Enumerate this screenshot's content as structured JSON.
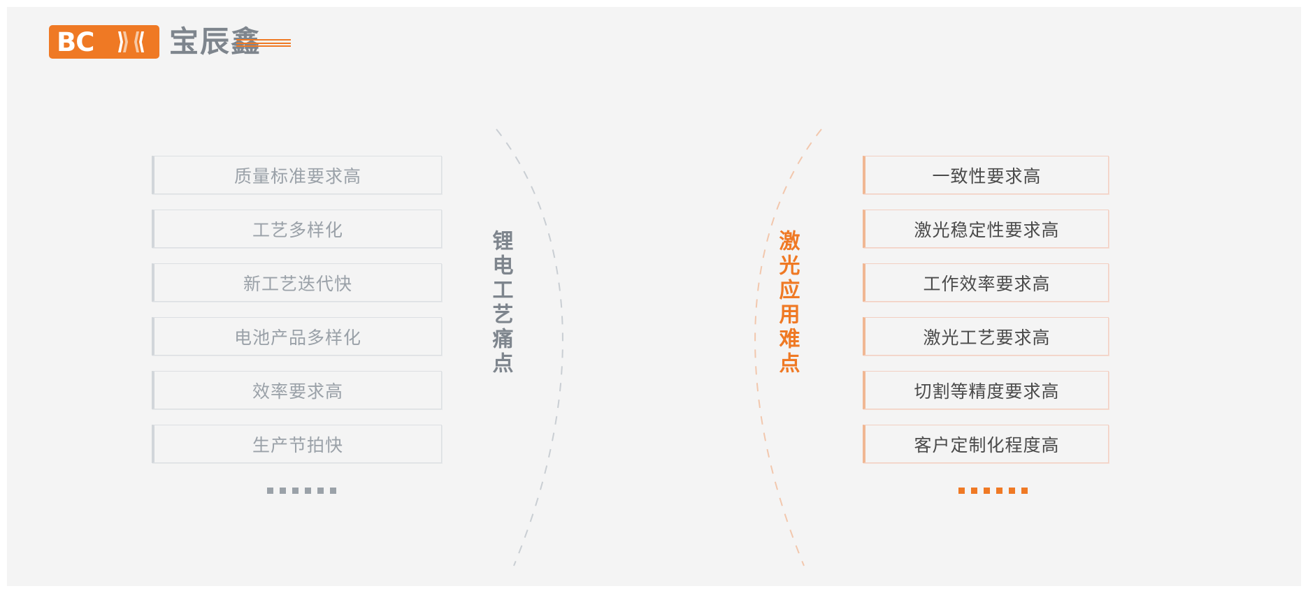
{
  "brand": {
    "mark_text": "BC",
    "mark_icon": "double-chevron-icon",
    "name_cn": "宝辰鑫",
    "accent_color": "#ef7924",
    "gray_color": "#7e858d"
  },
  "left_panel": {
    "vertical_title": "锂电工艺痛点",
    "title_color": "#7e858d",
    "ellipsis": "......",
    "items": [
      {
        "label": "质量标准要求高"
      },
      {
        "label": "工艺多样化"
      },
      {
        "label": "新工艺迭代快"
      },
      {
        "label": "电池产品多样化"
      },
      {
        "label": "效率要求高"
      },
      {
        "label": "生产节拍快"
      }
    ]
  },
  "right_panel": {
    "vertical_title": "激光应用难点",
    "title_color": "#ef7924",
    "ellipsis": "......",
    "items": [
      {
        "label": "一致性要求高"
      },
      {
        "label": "激光稳定性要求高"
      },
      {
        "label": "工作效率要求高"
      },
      {
        "label": "激光工艺要求高"
      },
      {
        "label": "切割等精度要求高"
      },
      {
        "label": "客户定制化程度高"
      }
    ]
  },
  "decor": {
    "left_arc": "dashed-arc-gray",
    "right_arc": "dashed-arc-orange"
  }
}
